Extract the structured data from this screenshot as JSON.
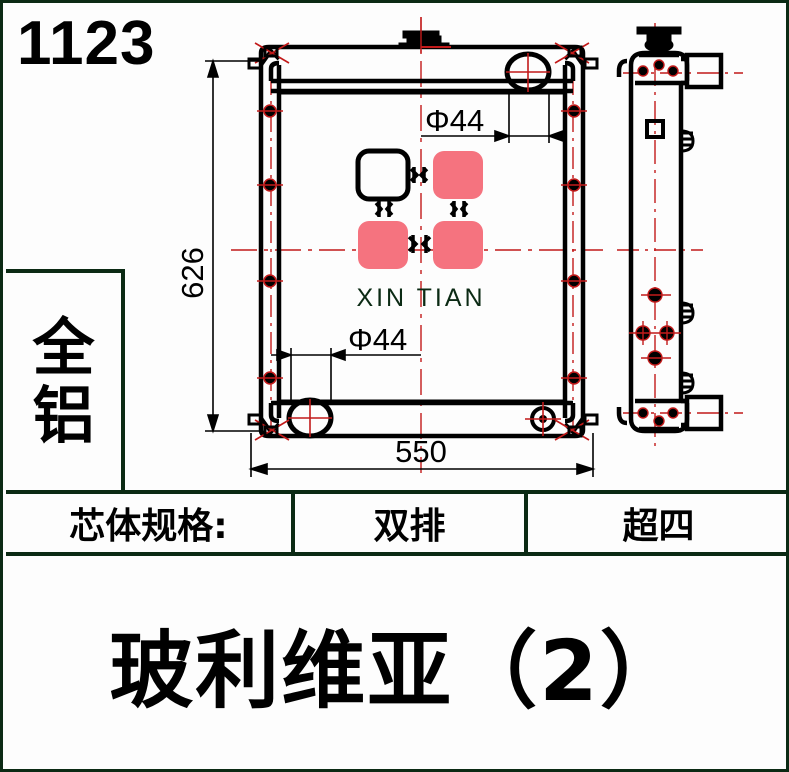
{
  "sheet": {
    "part_number": "1123",
    "border_color": "#0b2a14",
    "background": "#fdfdfd"
  },
  "material_box": {
    "line1": "全",
    "line2": "铝"
  },
  "spec_table": {
    "label": "芯体规格:",
    "cells": [
      "双排",
      "超四"
    ]
  },
  "title": {
    "text": "玻利维亚（2）"
  },
  "drawing": {
    "front_view": {
      "logo_text": "XIN TIAN",
      "logo_tile_color": "#f5737f",
      "logo_tile_outline": "#000000",
      "centerline_color": "#c21a1a"
    },
    "dimensions": {
      "height": "626",
      "width": "550",
      "inlet_diameter_top": "Φ44",
      "outlet_diameter_bottom": "Φ44"
    }
  },
  "chart_data": {
    "type": "table",
    "title": "玻利维亚（2）",
    "categories": [
      "芯体规格:",
      "双排",
      "超四"
    ],
    "values": [
      "",
      "",
      ""
    ]
  }
}
